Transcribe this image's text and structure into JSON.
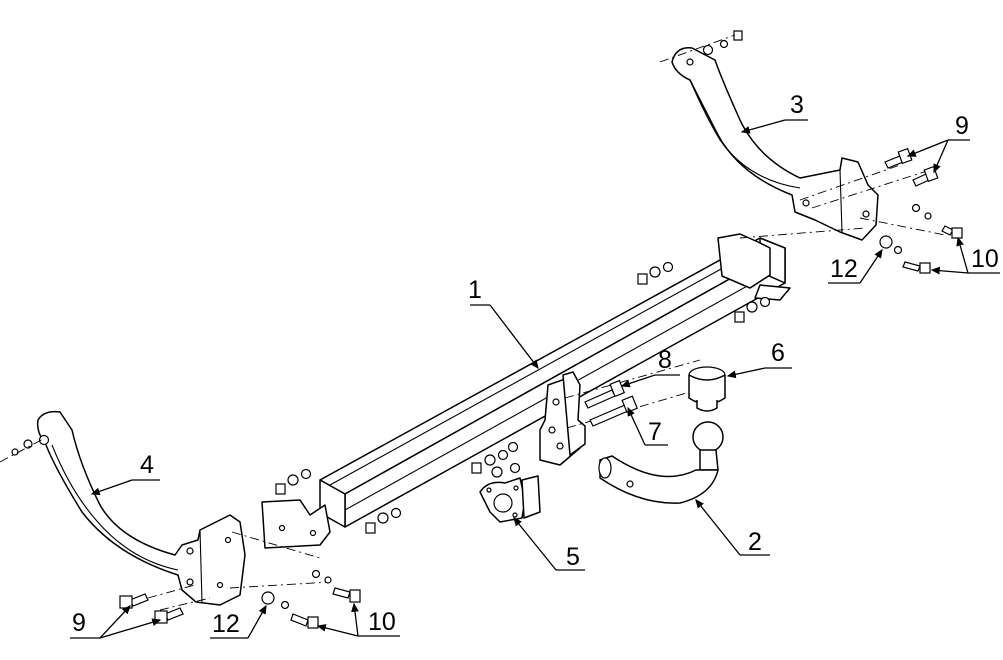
{
  "callouts": [
    {
      "id": "1",
      "label": "1"
    },
    {
      "id": "2",
      "label": "2"
    },
    {
      "id": "3",
      "label": "3"
    },
    {
      "id": "4",
      "label": "4"
    },
    {
      "id": "5",
      "label": "5"
    },
    {
      "id": "6",
      "label": "6"
    },
    {
      "id": "7",
      "label": "7"
    },
    {
      "id": "8",
      "label": "8"
    },
    {
      "id": "9a",
      "label": "9"
    },
    {
      "id": "9b",
      "label": "9"
    },
    {
      "id": "10a",
      "label": "10"
    },
    {
      "id": "10b",
      "label": "10"
    },
    {
      "id": "12a",
      "label": "12"
    },
    {
      "id": "12b",
      "label": "12"
    }
  ]
}
